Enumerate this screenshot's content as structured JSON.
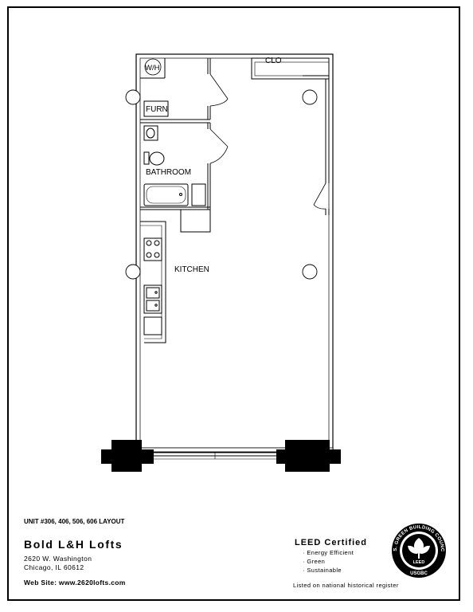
{
  "plan": {
    "rooms": {
      "water_heater": "W/H",
      "closet": "CLO",
      "furnace": "FURN",
      "bathroom": "BATHROOM",
      "kitchen": "KITCHEN"
    }
  },
  "footer": {
    "unit_layout": "UNIT #306, 406, 506, 606 LAYOUT",
    "building_name": "Bold L&H Lofts",
    "address_line1": "2620 W. Washington",
    "address_line2": "Chicago, IL 60612",
    "website": "Web Site: www.2620lofts.com"
  },
  "leed": {
    "title": "LEED Certified",
    "features": [
      "Energy Efficient",
      "Green",
      "Sustainable"
    ],
    "historic_note": "Listed on national historical register",
    "badge": {
      "text": "U.S. GREEN BUILDING COUNCIL",
      "center_text": "LEED",
      "bottom_text": "USGBC"
    }
  },
  "colors": {
    "ink": "#000000",
    "paper": "#ffffff"
  }
}
